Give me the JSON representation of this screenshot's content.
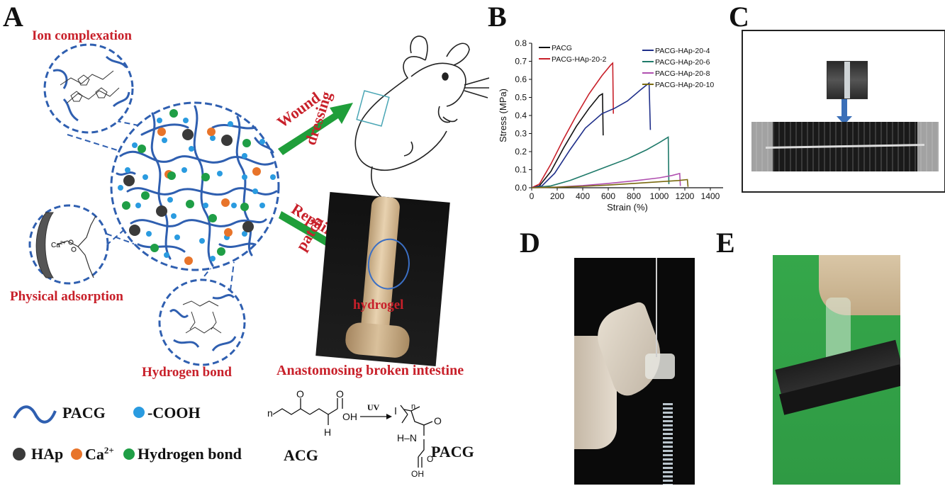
{
  "panels": {
    "a": "A",
    "b": "B",
    "c": "C",
    "d": "D",
    "e": "E"
  },
  "schematic": {
    "ion_complexation": "Ion complexation",
    "physical_adsorption": "Physical adsorption",
    "hydrogen_bond_label": "Hydrogen bond",
    "wound": "Wound",
    "dressing": "dressing",
    "repair": "Repair",
    "patch": "patch",
    "hydrogel": "hydrogel",
    "anastomosing": "Anastomosing broken intestine",
    "ca_label": "Ca",
    "ca_sup": "2+"
  },
  "legend": {
    "pacg": "PACG",
    "cooh": "-COOH",
    "hap": "HAp",
    "ca": "Ca",
    "ca_sup": "2+",
    "hbond": "Hydrogen bond"
  },
  "reaction": {
    "acg": "ACG",
    "pacg": "PACG",
    "uv": "UV",
    "n": "n",
    "o": "O",
    "h": "H",
    "oh": "OH",
    "nh": "H–N"
  },
  "colors": {
    "network": "#2f5fb0",
    "cooh": "#2a9be0",
    "hap": "#3a3a3a",
    "ca": "#e8742a",
    "hbond": "#1f9e46",
    "label_red": "#c8202a",
    "arrow_green": "#1f9e3a"
  },
  "chart_data": {
    "type": "line",
    "xlabel": "Strain (%)",
    "ylabel": "Stress (MPa)",
    "xlim": [
      0,
      1500
    ],
    "ylim": [
      0,
      0.8
    ],
    "xticks": [
      0,
      200,
      400,
      600,
      800,
      1000,
      1200,
      1400
    ],
    "yticks": [
      0.0,
      0.1,
      0.2,
      0.3,
      0.4,
      0.5,
      0.6,
      0.7,
      0.8
    ],
    "legend_position": "top",
    "series": [
      {
        "name": "PACG",
        "color": "#111111",
        "x": [
          0,
          60,
          150,
          250,
          350,
          450,
          530,
          555,
          560
        ],
        "y": [
          0,
          0.01,
          0.09,
          0.22,
          0.34,
          0.44,
          0.51,
          0.52,
          0.29
        ]
      },
      {
        "name": "PACG-HAp-20-2",
        "color": "#c8202a",
        "x": [
          0,
          60,
          150,
          250,
          350,
          450,
          550,
          620,
          635,
          640
        ],
        "y": [
          0,
          0.02,
          0.13,
          0.27,
          0.4,
          0.52,
          0.62,
          0.68,
          0.69,
          0.41
        ]
      },
      {
        "name": "PACG-HAp-20-4",
        "color": "#1f2f8a",
        "x": [
          0,
          80,
          180,
          300,
          420,
          550,
          650,
          750,
          850,
          920,
          930
        ],
        "y": [
          0,
          0.01,
          0.08,
          0.21,
          0.33,
          0.41,
          0.44,
          0.48,
          0.54,
          0.58,
          0.32
        ]
      },
      {
        "name": "PACG-HAp-20-6",
        "color": "#1f7a6a",
        "x": [
          0,
          150,
          300,
          450,
          600,
          750,
          900,
          1000,
          1070,
          1075
        ],
        "y": [
          0,
          0.01,
          0.04,
          0.08,
          0.12,
          0.16,
          0.21,
          0.25,
          0.28,
          0.02
        ]
      },
      {
        "name": "PACG-HAp-20-8",
        "color": "#b050b0",
        "x": [
          0,
          200,
          400,
          600,
          800,
          1000,
          1100,
          1160,
          1165
        ],
        "y": [
          0,
          0.004,
          0.012,
          0.024,
          0.038,
          0.055,
          0.068,
          0.079,
          0.01
        ]
      },
      {
        "name": "PACG-HAp-20-10",
        "color": "#7a6a10",
        "x": [
          0,
          200,
          400,
          600,
          800,
          1000,
          1150,
          1220,
          1225
        ],
        "y": [
          0,
          0.003,
          0.008,
          0.015,
          0.024,
          0.033,
          0.04,
          0.045,
          0.005
        ]
      }
    ]
  }
}
